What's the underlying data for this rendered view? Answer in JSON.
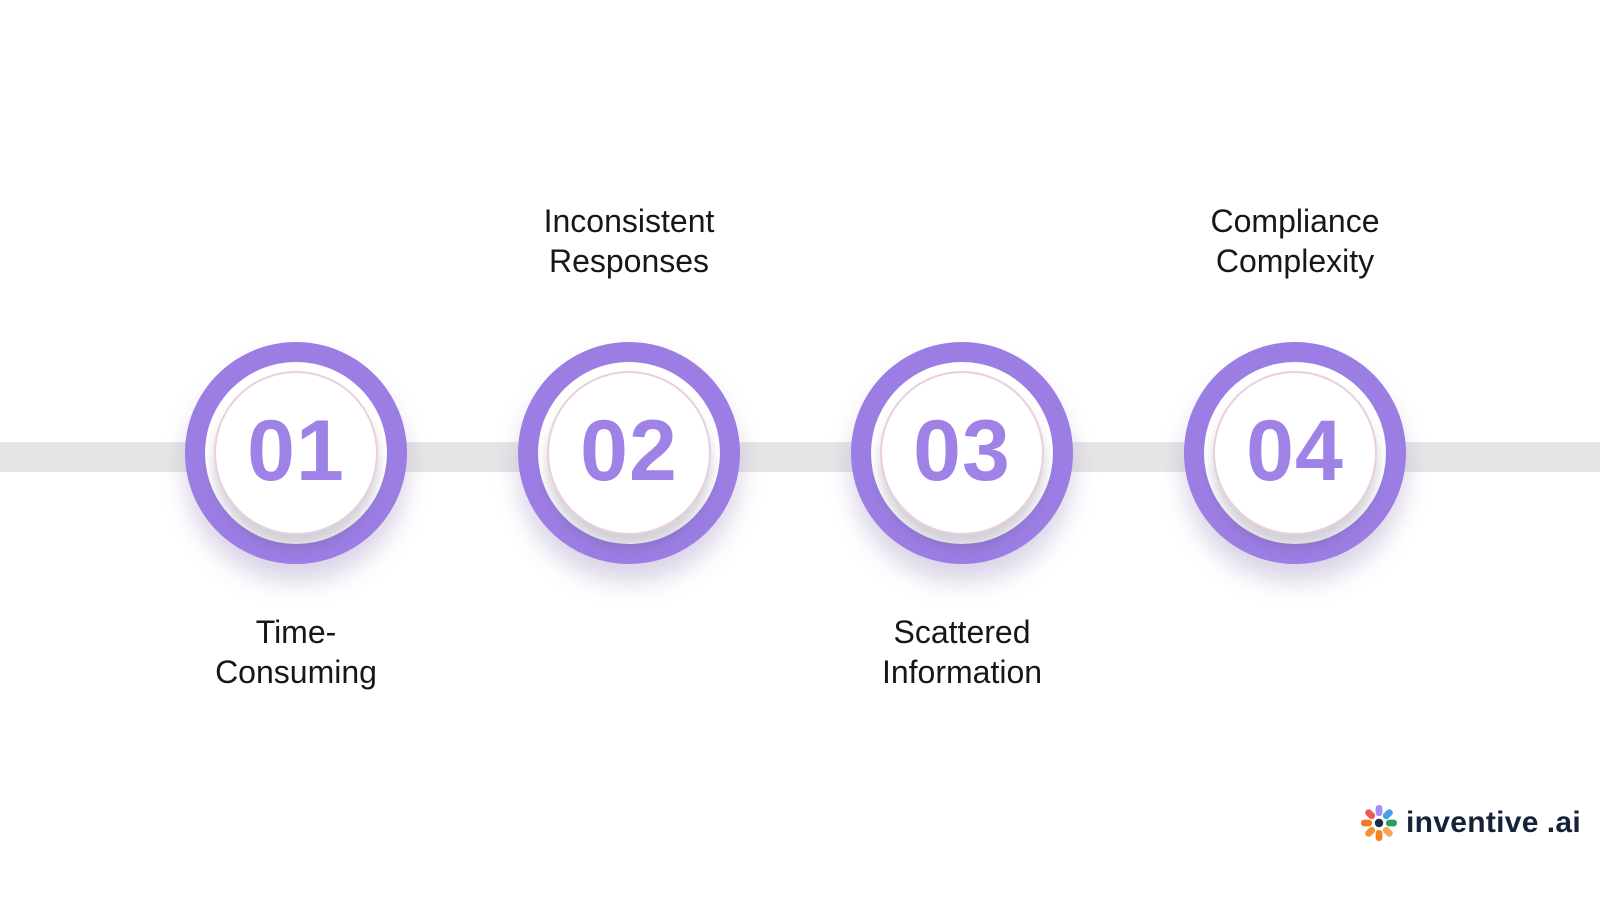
{
  "page": {
    "background_color": "#ffffff"
  },
  "timeline": {
    "band_color": "#e6e5e6",
    "ring_color": "#9b7de3",
    "inner_ring_color": "#e9cfdd",
    "number_color": "#9f82e6",
    "label_color": "#171717",
    "items": [
      {
        "number": "01",
        "label": "Time-\nConsuming",
        "label_position": "below"
      },
      {
        "number": "02",
        "label": "Inconsistent\nResponses",
        "label_position": "above"
      },
      {
        "number": "03",
        "label": "Scattered\nInformation",
        "label_position": "below"
      },
      {
        "number": "04",
        "label": "Compliance\nComplexity",
        "label_position": "above"
      }
    ]
  },
  "logo": {
    "text": "inventive",
    "suffix": ".ai",
    "text_color": "#152238",
    "icon": {
      "name": "logo-burst-icon",
      "bar_colors": [
        "#a78bf6",
        "#44a1e8",
        "#2f9e63",
        "#f6a55c",
        "#f58220",
        "#f09436",
        "#ef7d23",
        "#ee5a52"
      ],
      "center_color": "#1b2b4a"
    }
  }
}
